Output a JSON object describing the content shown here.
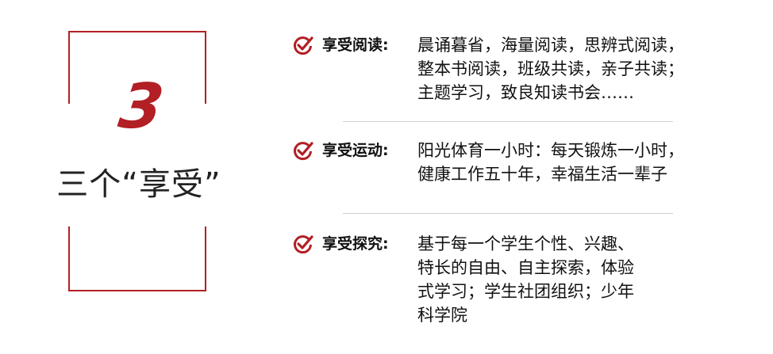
{
  "number": "3",
  "title": "三个“享受”",
  "accent_color": "#b21f24",
  "items": [
    {
      "label": "享受阅读:",
      "icon": "check-circle-icon",
      "lines": [
        "晨诵暮省，海量阅读，思辨式阅读，",
        "整本书阅读，班级共读，亲子共读；",
        "主题学习，致良知读书会……"
      ]
    },
    {
      "label": "享受运动:",
      "icon": "check-circle-icon",
      "lines": [
        "阳光体育一小时：每天锻炼一小时，",
        "健康工作五十年，幸福生活一辈子"
      ]
    },
    {
      "label": "享受探究:",
      "icon": "check-circle-icon",
      "lines": [
        "基于每一个学生个性、兴趣、",
        "特长的自由、自主探索，体验",
        "式学习；学生社团组织；少年",
        "科学院"
      ]
    }
  ]
}
